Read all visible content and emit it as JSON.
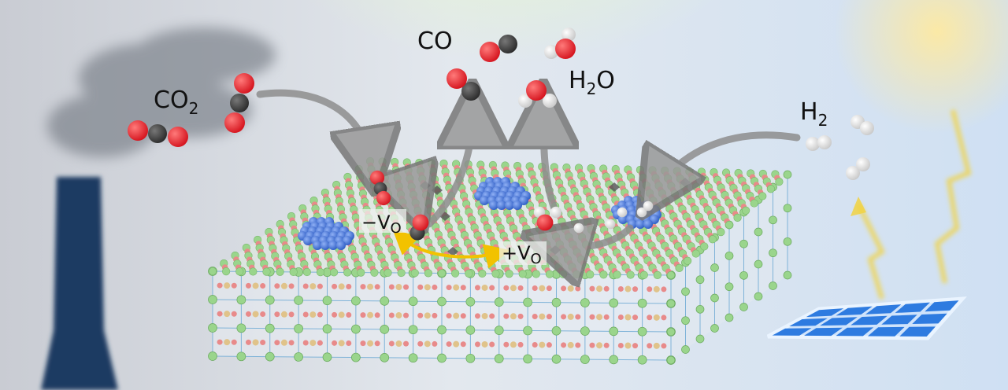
{
  "labels": {
    "co2": "CO",
    "co2_sub": "2",
    "co": "CO",
    "h2o_h": "H",
    "h2o_sub": "2",
    "h2o_o": "O",
    "h2": "H",
    "h2_sub": "2",
    "minus_vo": "−V",
    "minus_vo_sub": "O",
    "plus_vo": "+V",
    "plus_vo_sub": "O"
  },
  "colors": {
    "oxygen": "#e8232c",
    "carbon": "#3c3c3c",
    "hydrogen": "#f2f2f2",
    "lattice_green": "#9ad58c",
    "lattice_red": "#e88a8a",
    "cluster_blue": "#3f6fd0",
    "arrow_yellow": "#e8b400",
    "panel_blue": "#2e7be0"
  }
}
